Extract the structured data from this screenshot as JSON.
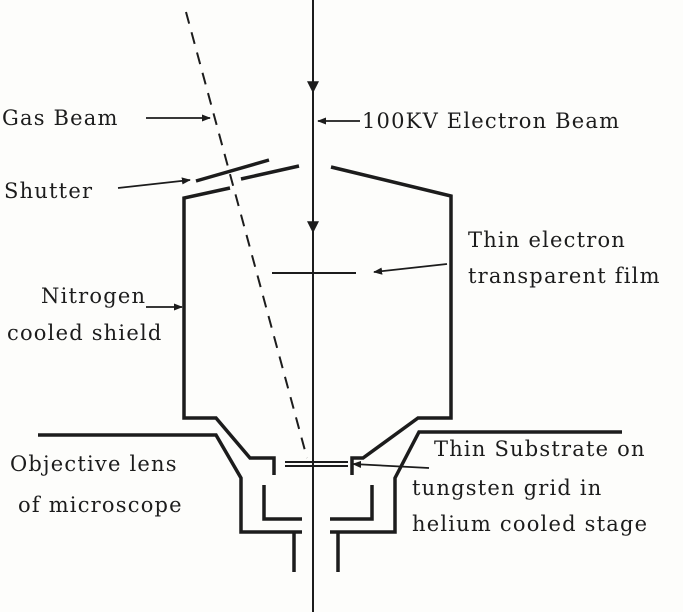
{
  "labels": {
    "gas_beam": "Gas  Beam",
    "electron_beam": "100KV  Electron Beam",
    "shutter": "Shutter",
    "thin_film_1": "Thin electron",
    "thin_film_2": "transparent film",
    "shield_1": "Nitrogen",
    "shield_2": "cooled shield",
    "objective_1": "Objective  lens",
    "objective_2": "of microscope",
    "substrate_1": "Thin Substrate on",
    "substrate_2": "tungsten grid  in",
    "substrate_3": "helium cooled stage"
  }
}
